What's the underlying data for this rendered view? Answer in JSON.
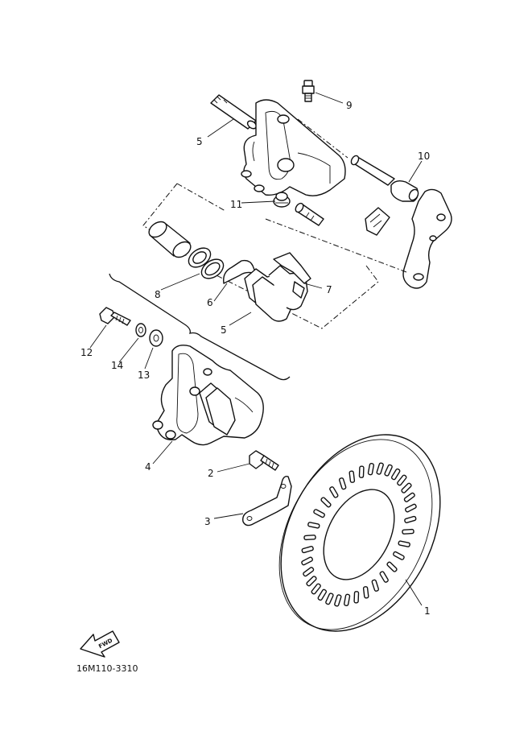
{
  "diagram_code": "16M110-3310",
  "fwd_label": "FWD",
  "callouts": {
    "c1": "1",
    "c2": "2",
    "c3": "3",
    "c4": "4",
    "c5a": "5",
    "c5b": "5",
    "c6": "6",
    "c7": "7",
    "c8": "8",
    "c9": "9",
    "c10": "10",
    "c11": "11",
    "c12": "12",
    "c13": "13",
    "c14": "14"
  }
}
